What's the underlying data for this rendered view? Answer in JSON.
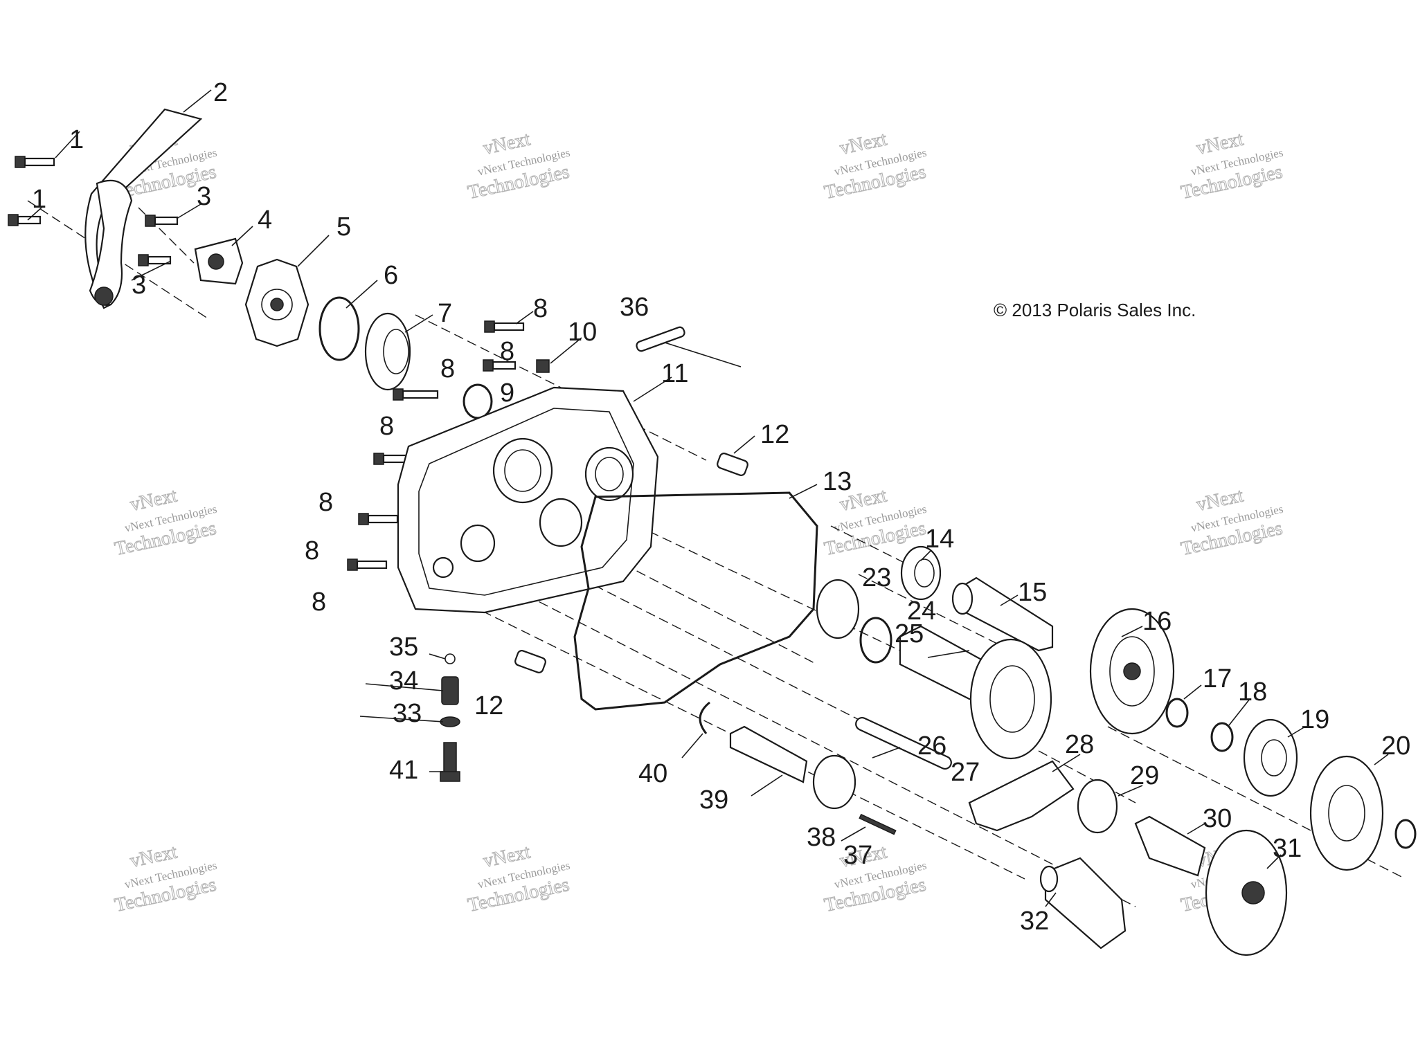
{
  "copyright": "© 2013 Polaris Sales Inc.",
  "watermark": {
    "line1": "vNext Technologies",
    "line2": "vNext",
    "line3": "Technologies"
  },
  "callouts": [
    "1",
    "1",
    "2",
    "3",
    "3",
    "4",
    "5",
    "6",
    "7",
    "8",
    "8",
    "8",
    "8",
    "8",
    "8",
    "8",
    "9",
    "10",
    "11",
    "12",
    "12",
    "13",
    "14",
    "15",
    "16",
    "17",
    "18",
    "19",
    "20",
    "23",
    "24",
    "25",
    "26",
    "27",
    "28",
    "29",
    "30",
    "31",
    "32",
    "33",
    "34",
    "35",
    "36",
    "37",
    "38",
    "39",
    "40",
    "41"
  ],
  "colors": {
    "line": "#1a1a1a",
    "watermark": "#b4b4b4",
    "background": "#ffffff"
  }
}
